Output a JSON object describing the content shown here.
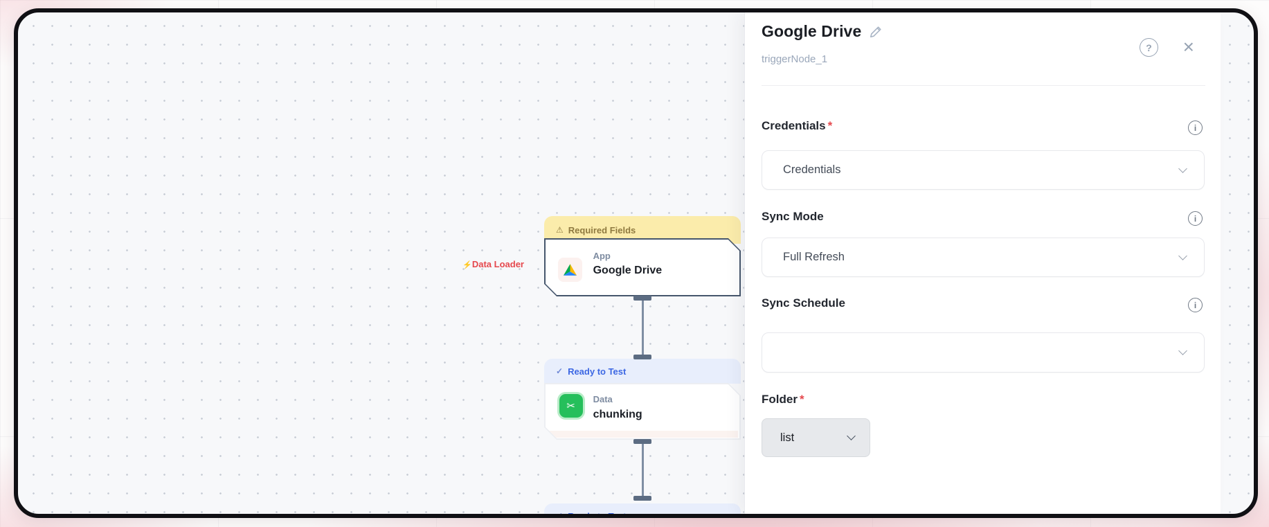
{
  "panel": {
    "title": "Google Drive",
    "subtitle": "triggerNode_1",
    "required_marker": "*",
    "help_icon": "?",
    "close_icon": "×",
    "info_icon": "i",
    "fields": {
      "credentials": {
        "label": "Credentials",
        "required": true,
        "value": "Credentials"
      },
      "sync_mode": {
        "label": "Sync Mode",
        "required": false,
        "value": "Full Refresh"
      },
      "sync_schedule": {
        "label": "Sync Schedule",
        "required": false,
        "value": ""
      },
      "folder": {
        "label": "Folder",
        "required": true,
        "value": "list"
      }
    }
  },
  "canvas": {
    "data_loader_label": "Data Loader",
    "bolt_icon": "⚡",
    "warning_icon": "⚠",
    "check_icon": "✓",
    "scissors_icon": "✂",
    "nodes": [
      {
        "status": "Required Fields",
        "type_label": "App",
        "name": "Google Drive"
      },
      {
        "status": "Ready to Test",
        "type_label": "Data",
        "name": "chunking"
      },
      {
        "status": "Ready to Test"
      }
    ]
  },
  "colors": {
    "warning_banner_bg": "#fbecab",
    "warning_text": "#8f7a40",
    "ready_banner_bg": "#e8eefc",
    "ready_text": "#3c67e3",
    "required_red": "#e5484d",
    "node_border": "#46566c",
    "chunk_icon_green": "#25bf5b"
  }
}
